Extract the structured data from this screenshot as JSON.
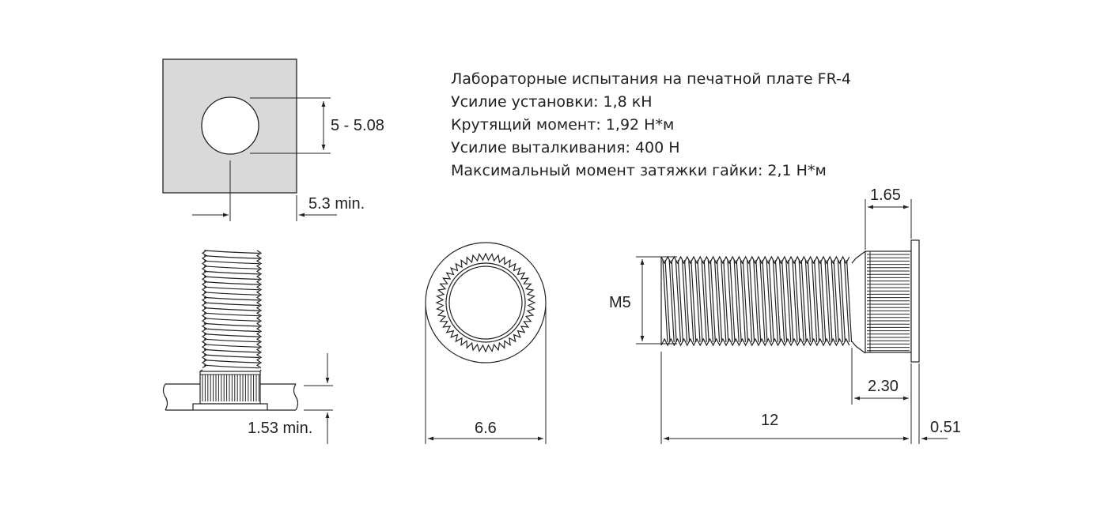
{
  "specs": [
    "Лабораторные испытания на печатной плате FR-4",
    "Усилие установки: 1,8 кН",
    "Крутящий момент: 1,92 Н*м",
    "Усилие выталкивания: 400 Н",
    "Максимальный момент затяжки гайки: 2,1 Н*м"
  ],
  "dimensions": {
    "hole_diameter": "5 - 5.08",
    "edge_distance": "5.3 min.",
    "sheet_thickness": "1.53 min.",
    "head_diameter": "6.6",
    "thread": "M5",
    "head_height": "1.65",
    "knurl_length": "2.30",
    "overall_length": "12",
    "flange_thickness": "0.51"
  },
  "colors": {
    "line": "#222222",
    "fill": "#d9d9d9",
    "background": "#ffffff"
  }
}
